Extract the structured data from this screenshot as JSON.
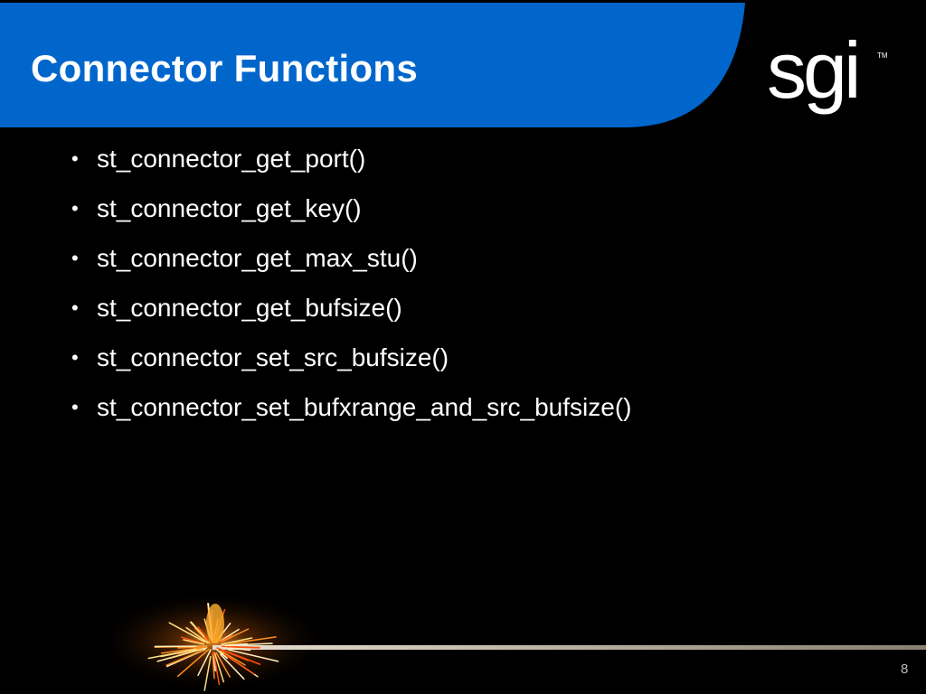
{
  "slide": {
    "title": "Connector Functions",
    "logo_text": "sgi",
    "logo_tm": "TM",
    "bullets": [
      "st_connector_get_port()",
      "st_connector_get_key()",
      "st_connector_get_max_stu()",
      "st_connector_get_bufsize()",
      "st_connector_set_src_bufsize()",
      "st_connector_set_bufxrange_and_src_bufsize()"
    ],
    "page_number": "8"
  },
  "colors": {
    "band": "#0066cc",
    "background": "#000000",
    "text": "#ffffff"
  }
}
